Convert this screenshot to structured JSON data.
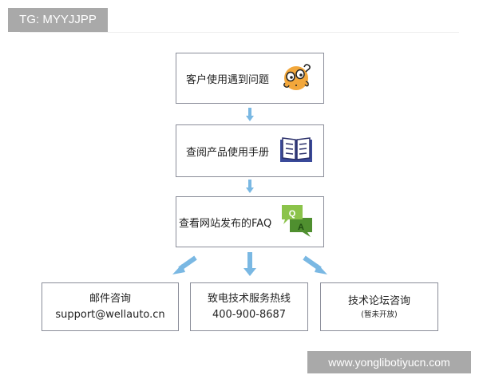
{
  "watermark_top": "TG: MYYJJPP",
  "watermark_bottom": "www.yonglibotiyucn.com",
  "accent_arrow_color": "#7ab8e3",
  "steps": [
    {
      "label": "客户使用遇到问题",
      "icon": "confused-face-icon"
    },
    {
      "label": "查阅产品使用手册",
      "icon": "open-book-icon"
    },
    {
      "label": "查看网站发布的FAQ",
      "icon": "qa-chat-icon",
      "icon_q": "Q",
      "icon_a": "A"
    }
  ],
  "options": [
    {
      "title": "邮件咨询",
      "detail": "support@wellauto.cn"
    },
    {
      "title": "致电技术服务热线",
      "detail": "400-900-8687"
    },
    {
      "title": "技术论坛咨询",
      "note": "(暂未开放)"
    }
  ]
}
